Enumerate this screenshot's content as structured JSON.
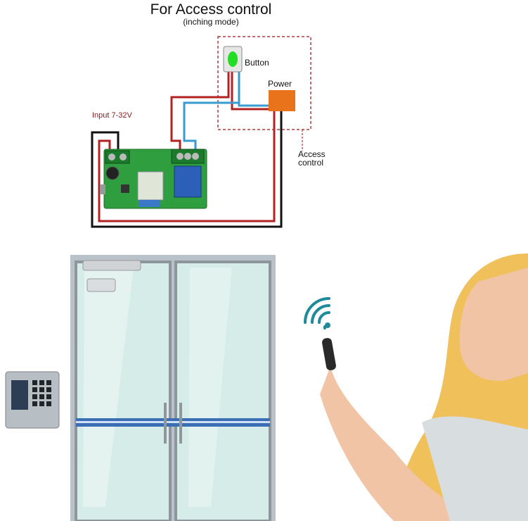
{
  "diagram": {
    "title": "For Access control",
    "subtitle": "(inching mode)",
    "labels": {
      "button": "Button",
      "power": "Power",
      "input": "Input 7-32V",
      "access_line1": "Access",
      "access_line2": "control"
    }
  },
  "colors": {
    "wire_red": "#b22222",
    "wire_blue": "#3a9bd0",
    "wire_black": "#111111",
    "pcb_green": "#2e9e3e",
    "power_box": "#e8731a",
    "button_led": "#22dd22",
    "relay_blue": "#2b5fb8",
    "frame_dashed": "#b33a3a"
  }
}
